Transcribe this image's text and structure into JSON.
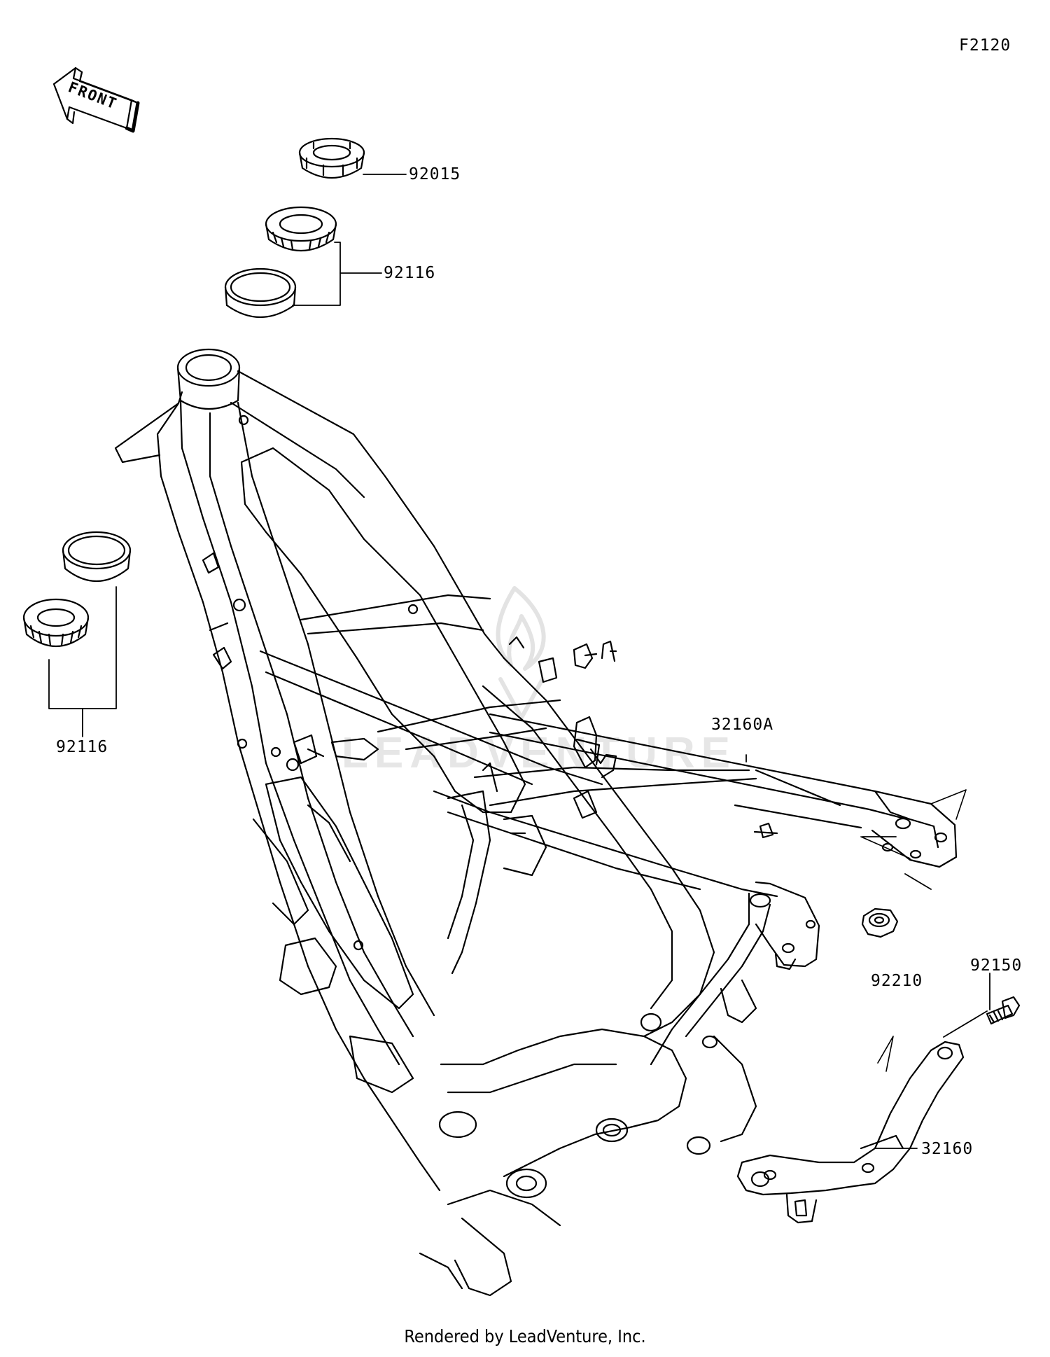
{
  "diagram": {
    "code": "F2120",
    "direction_label": "FRONT",
    "watermark": "LEADVENTURE",
    "footer": "Rendered by LeadVenture, Inc.",
    "parts": [
      {
        "number": "92015"
      },
      {
        "number": "92116"
      },
      {
        "number": "92116"
      },
      {
        "number": "32160A"
      },
      {
        "number": "92210"
      },
      {
        "number": "92150"
      },
      {
        "number": "32160"
      }
    ]
  }
}
